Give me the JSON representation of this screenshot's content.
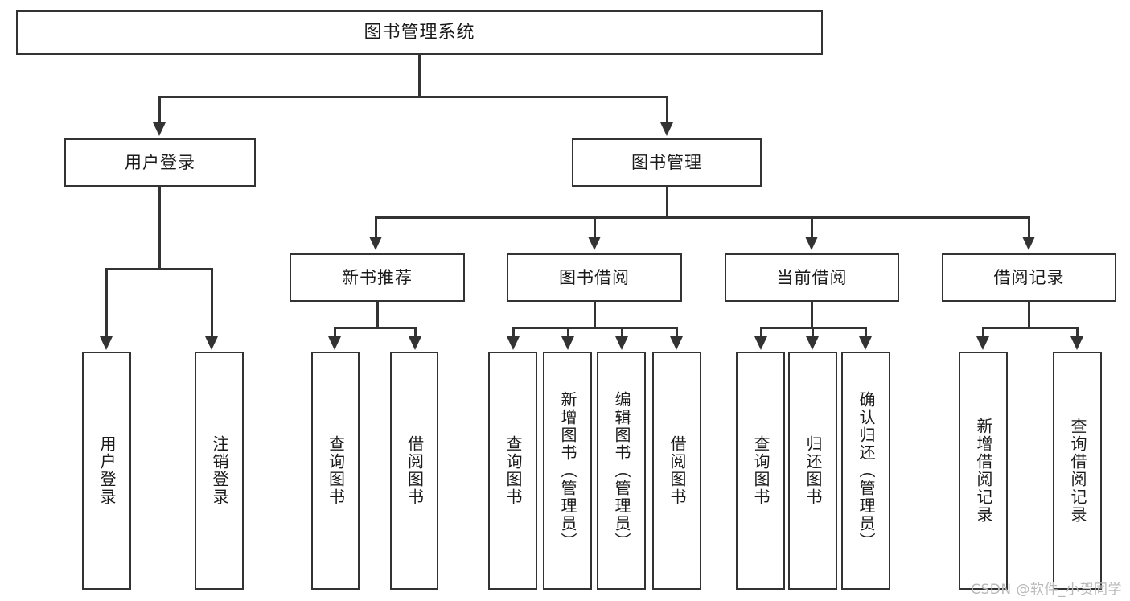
{
  "diagram": {
    "title": "图书管理系统",
    "watermark": "CSDN @软件_小贺同学",
    "tier2": [
      {
        "label": "用户登录"
      },
      {
        "label": "图书管理"
      }
    ],
    "tier3": [
      {
        "label": "新书推荐"
      },
      {
        "label": "图书借阅"
      },
      {
        "label": "当前借阅"
      },
      {
        "label": "借阅记录"
      }
    ],
    "leaves": {
      "user_login": [
        {
          "label": "用户登录"
        },
        {
          "label": "注销登录"
        }
      ],
      "new_book": [
        {
          "label": "查询图书"
        },
        {
          "label": "借阅图书"
        }
      ],
      "borrow": [
        {
          "label": "查询图书"
        },
        {
          "label": "新增图书（管理员）"
        },
        {
          "label": "编辑图书（管理员）"
        },
        {
          "label": "借阅图书"
        }
      ],
      "current": [
        {
          "label": "查询图书"
        },
        {
          "label": "归还图书"
        },
        {
          "label": "确认归还（管理员）"
        }
      ],
      "records": [
        {
          "label": "新增借阅记录"
        },
        {
          "label": "查询借阅记录"
        }
      ]
    }
  },
  "colors": {
    "stroke": "#333333",
    "fill": "#ffffff",
    "text": "#1a1a1a",
    "watermark": "#b9b9b9"
  }
}
